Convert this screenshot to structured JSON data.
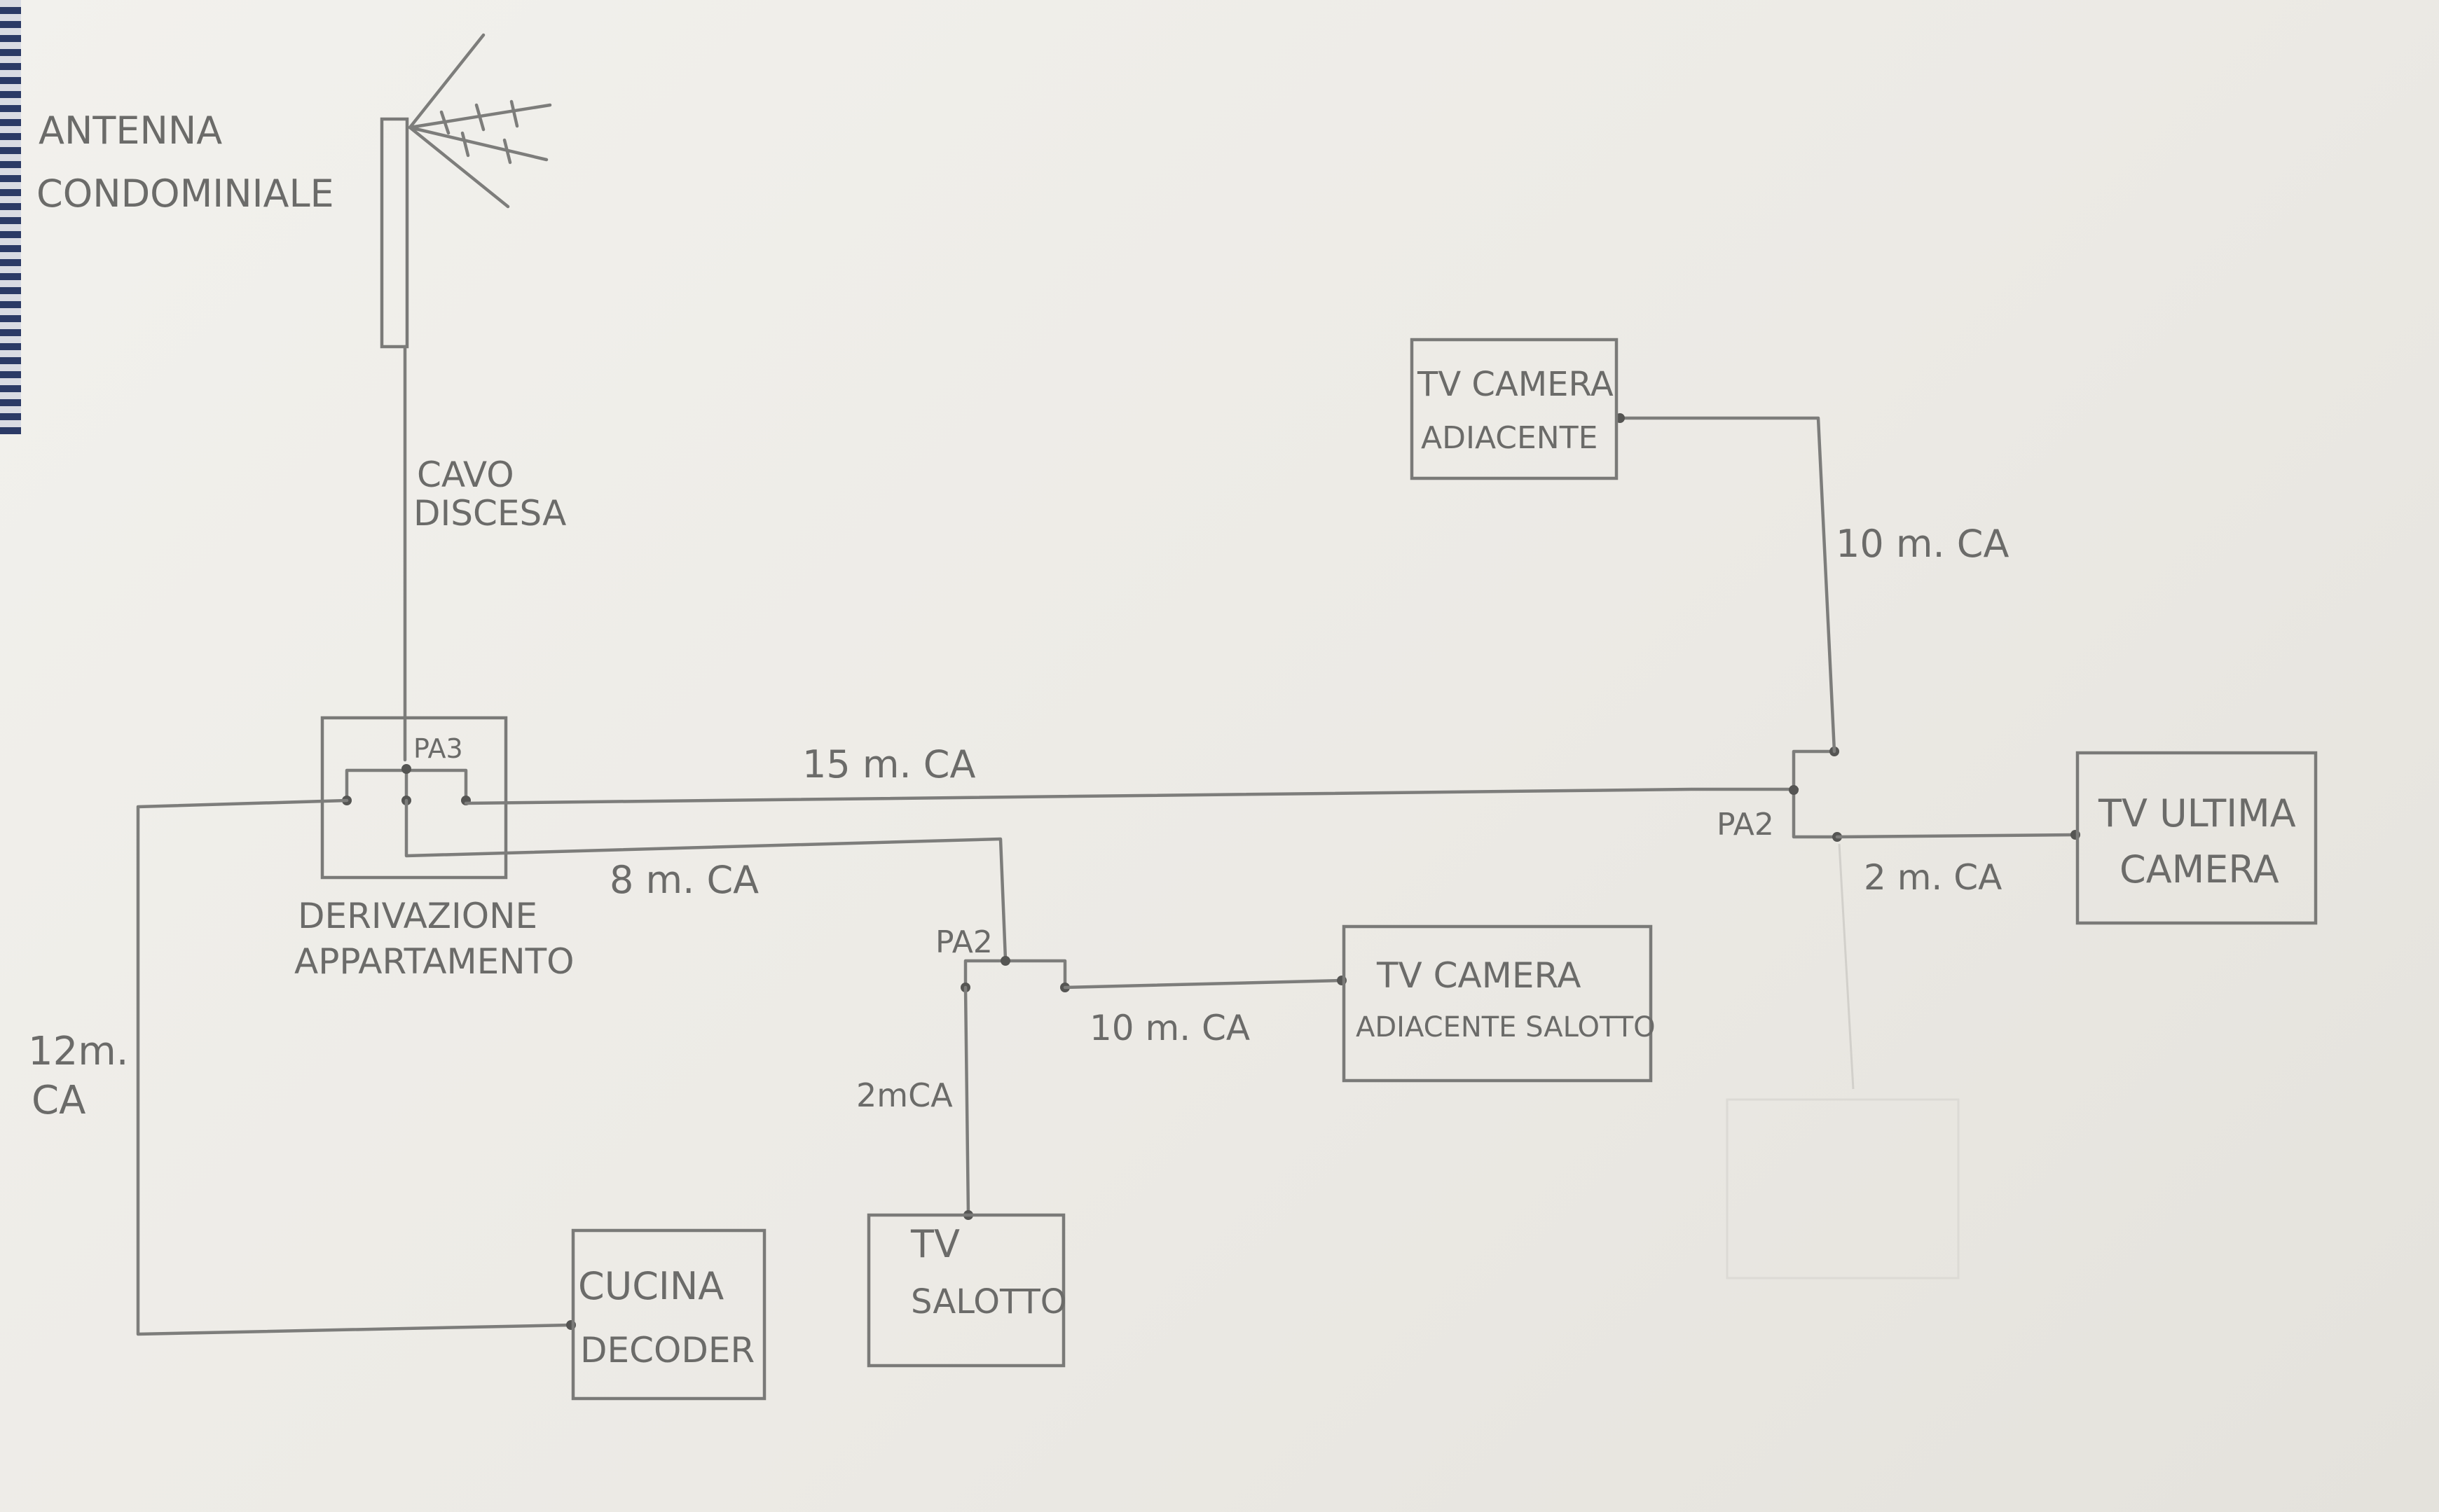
{
  "antenna": {
    "label_line1": "ANTENNA",
    "label_line2": "CONDOMINIALE"
  },
  "cable": {
    "label_line1": "CAVO",
    "label_line2": "DISCESA"
  },
  "derivation": {
    "tap_label": "PA3",
    "label_line1": "DERIVAZIONE",
    "label_line2": "APPARTAMENTO"
  },
  "cable_lengths": {
    "main_right": "15 m. CA",
    "to_salotto_splitter": "8 m. CA",
    "to_cucina_line1": "12m.",
    "to_cucina_line2": "CA",
    "to_camera_adiacente": "10 m. CA",
    "to_ultima_camera": "2 m. CA",
    "to_camera_adiacente_salotto": "10 m. CA",
    "to_tv_salotto": "2mCA"
  },
  "splitters": {
    "right": "PA2",
    "middle": "PA2"
  },
  "devices": {
    "tv_camera_adiacente": {
      "line1": "TV CAMERA",
      "line2": "ADIACENTE"
    },
    "tv_ultima_camera": {
      "line1": "TV ULTIMA",
      "line2": "CAMERA"
    },
    "tv_camera_adiacente_salotto": {
      "line1": "TV CAMERA",
      "line2": "ADIACENTE SALOTTO"
    },
    "tv_salotto": {
      "line1": "TV",
      "line2": "SALOTTO"
    },
    "cucina_decoder": {
      "line1": "CUCINA",
      "line2": "DECODER"
    }
  },
  "colors": {
    "pencil": "#7a7a78",
    "paper": "#f2f1ed",
    "ghost_trace": "#d6d4cf"
  }
}
